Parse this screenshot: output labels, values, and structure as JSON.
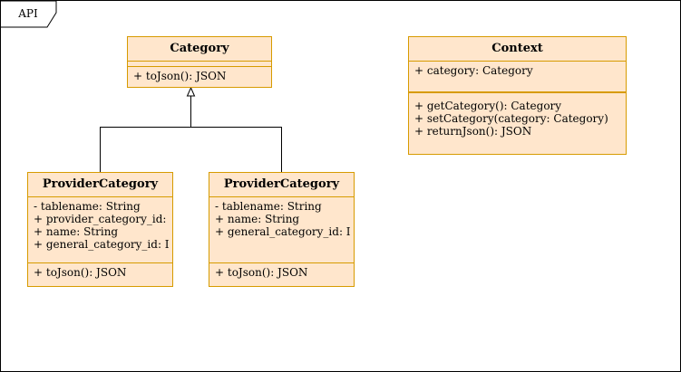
{
  "package": {
    "label": "API"
  },
  "classes": {
    "category": {
      "name": "Category",
      "attributes": [],
      "methods": [
        "+ toJson(): JSON"
      ]
    },
    "context": {
      "name": "Context",
      "attributes": [
        "+ category: Category"
      ],
      "methods": [
        "+ getCategory(): Category",
        "+ setCategory(category: Category)",
        "+ returnJson(): JSON"
      ]
    },
    "provider_category_1": {
      "name": "ProviderCategory",
      "attributes": [
        "- tablename: String",
        "+ provider_category_id:",
        "+ name: String",
        "+ general_category_id: I"
      ],
      "methods": [
        "+ toJson(): JSON"
      ]
    },
    "provider_category_2": {
      "name": "ProviderCategory",
      "attributes": [
        "- tablename: String",
        "+ name: String",
        "+ general_category_id: I"
      ],
      "methods": [
        "+ toJson(): JSON"
      ]
    }
  },
  "colors": {
    "class_fill": "#ffe6cc",
    "class_stroke": "#d79b00",
    "line": "#000000"
  }
}
